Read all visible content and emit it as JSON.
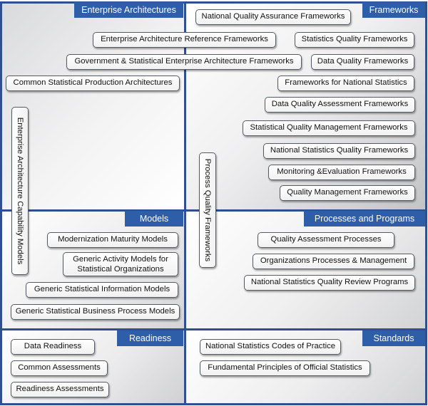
{
  "quadrants": {
    "enterprise_architectures": {
      "title": "Enterprise Architectures",
      "items": [
        "Enterprise Architecture Reference Frameworks",
        "Government & Statistical Enterprise Architecture Frameworks",
        "Common Statistical Production Architectures"
      ],
      "vertical_label": "Enterprise Architecture Capability Models"
    },
    "frameworks": {
      "title": "Frameworks",
      "items": [
        "National Quality Assurance Frameworks",
        "Statistics Quality Frameworks",
        "Data Quality Frameworks",
        "Frameworks for National Statistics",
        "Data Quality Assessment Frameworks",
        "Statistical Quality Management Frameworks",
        "National Statistics Quality Frameworks",
        "Monitoring &Evaluation Frameworks",
        "Quality Management Frameworks"
      ],
      "vertical_label": "Process Quality Frameworks"
    },
    "models": {
      "title": "Models",
      "items": [
        "Modernization Maturity Models",
        "Generic Activity Models for Statistical Organizations",
        "Generic Statistical Information Models",
        "Generic Statistical Business Process Models"
      ]
    },
    "processes_programs": {
      "title": "Processes and Programs",
      "items": [
        "Quality Assessment Processes",
        "Organizations Processes & Management",
        "National Statistics Quality Review Programs"
      ]
    },
    "readiness": {
      "title": "Readiness",
      "items": [
        "Data Readiness",
        "Common Assessments",
        "Readiness Assessments"
      ]
    },
    "standards": {
      "title": "Standards",
      "items": [
        "National Statistics Codes of Practice",
        "Fundamental Principles of Official Statistics"
      ]
    }
  },
  "colors": {
    "title_bar": "#2e5ea8",
    "border": "#2f4f8f",
    "box_border": "#555b63"
  }
}
